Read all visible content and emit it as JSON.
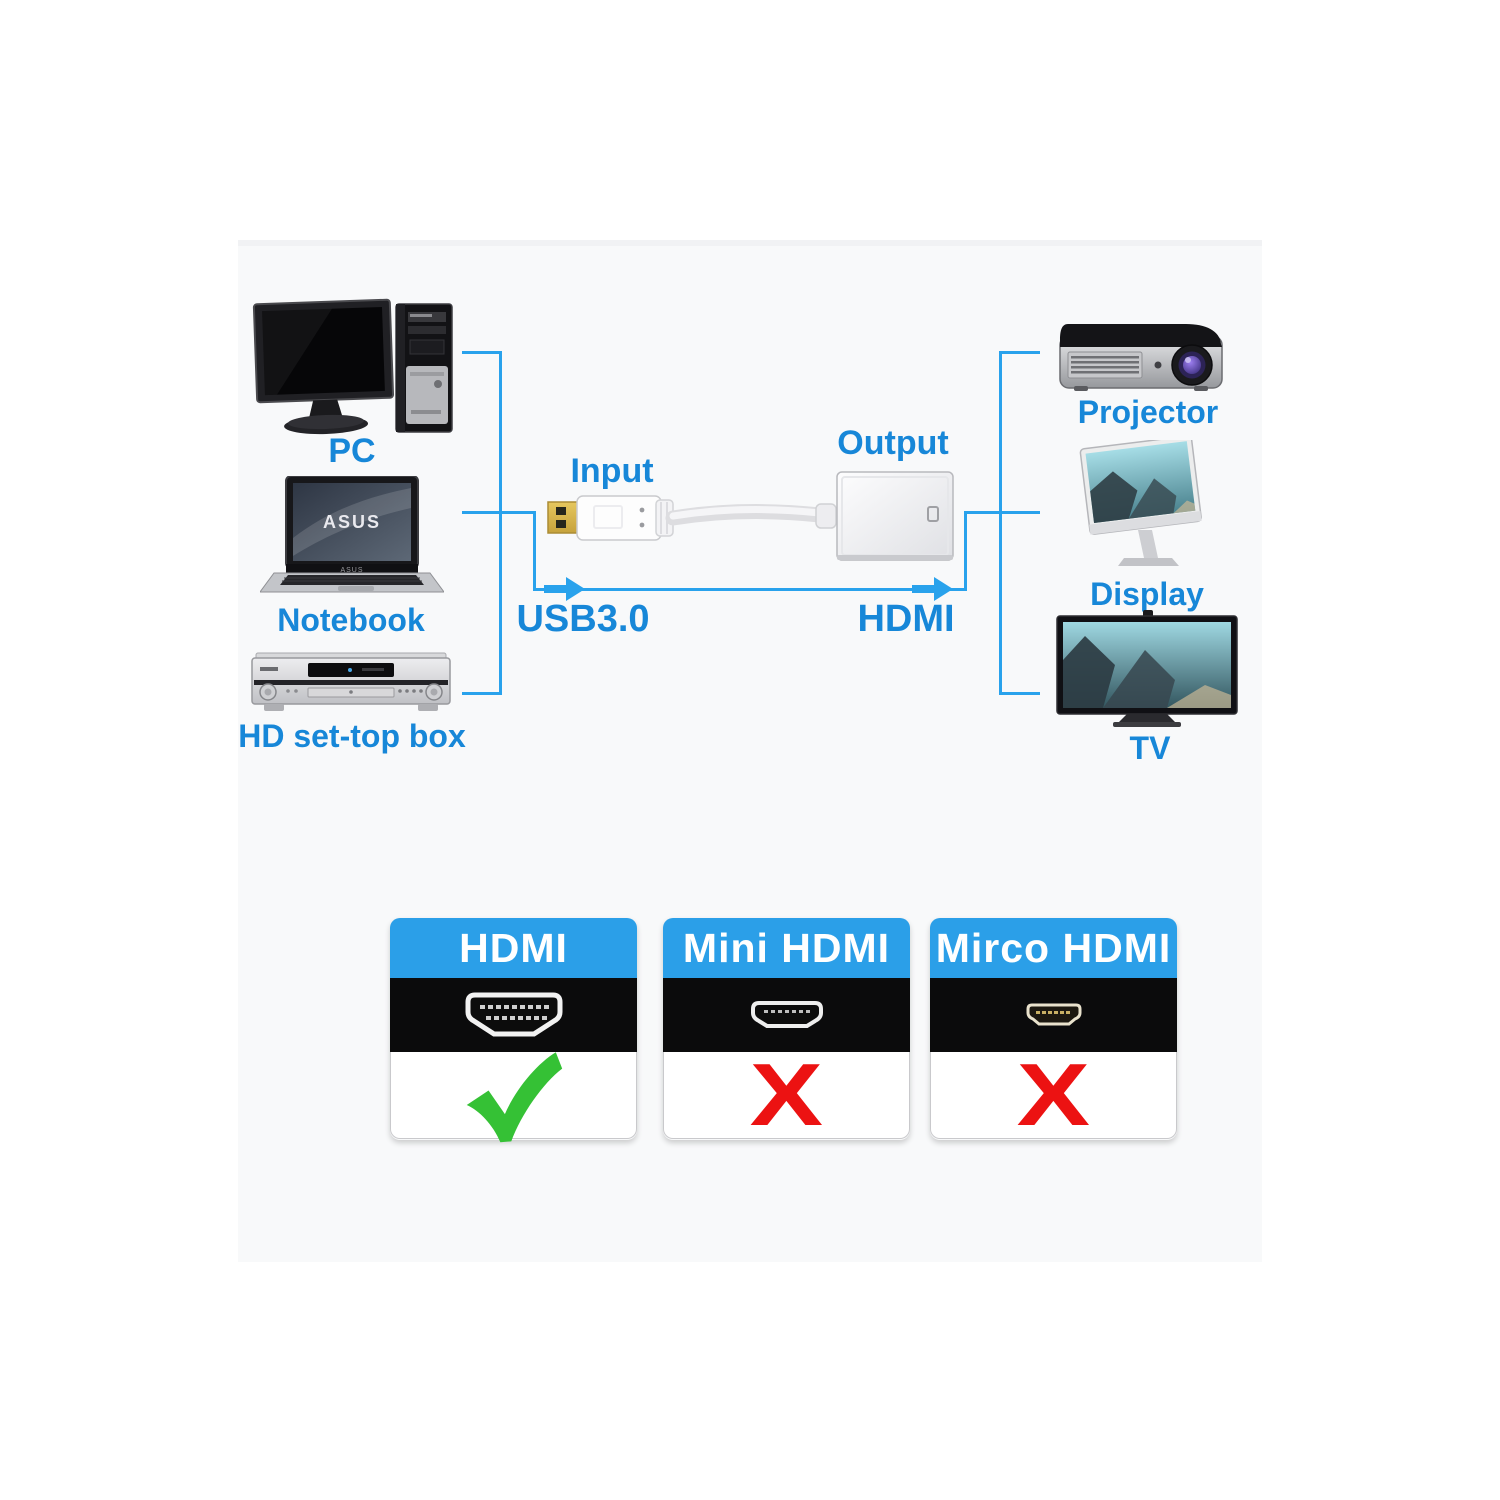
{
  "image": {
    "background": "#ffffff",
    "canvas_background": "#f8f9fa"
  },
  "colors": {
    "label_blue": "#1787d8",
    "line_blue": "#29a2ec",
    "panel_header_blue": "#2b9fe8",
    "check_green": "#35c135",
    "cross_red": "#ec1212"
  },
  "diagram": {
    "sources": [
      {
        "label": "PC"
      },
      {
        "label": "Notebook",
        "logo": "ASUS"
      },
      {
        "label": "HD set-top box"
      }
    ],
    "adapter": {
      "input_label": "Input",
      "output_label": "Output",
      "input_connector": "USB3.0",
      "output_connector": "HDMI"
    },
    "targets": [
      {
        "label": "Projector"
      },
      {
        "label": "Display"
      },
      {
        "label": "TV"
      }
    ]
  },
  "compatibility_panels": [
    {
      "title": "HDMI",
      "supported": true,
      "mark": "✓"
    },
    {
      "title": "Mini HDMI",
      "supported": false,
      "mark": "X"
    },
    {
      "title": "Mirco HDMI",
      "supported": false,
      "mark": "X"
    }
  ]
}
